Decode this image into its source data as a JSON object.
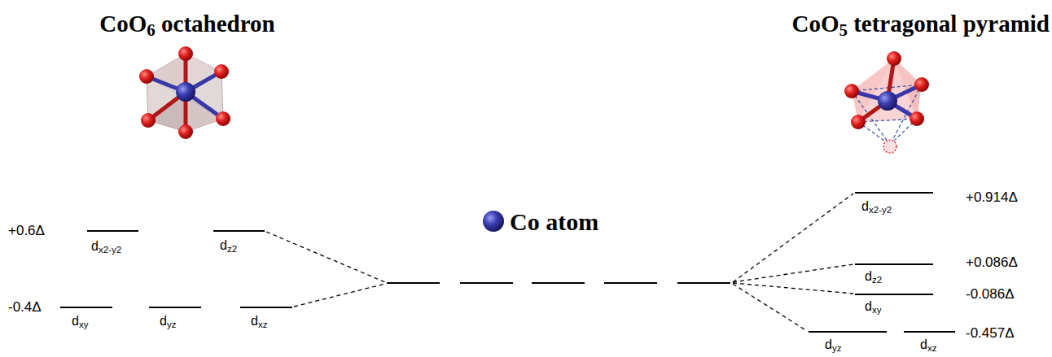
{
  "diagram": {
    "labels": [
      "CoO6 octahedron",
      "CoO5 tetragonal pyramid",
      "Co atom",
      "+0.6Δ",
      "dx2-y2",
      "dz2",
      "-0.4Δ",
      "dxy",
      "dyz",
      "dxz",
      "dx2-y2",
      "+0.914Δ",
      "dz2",
      "+0.086Δ",
      "dxy",
      "-0.086Δ",
      "dyz",
      "dxz",
      "-0.457Δ"
    ]
  }
}
